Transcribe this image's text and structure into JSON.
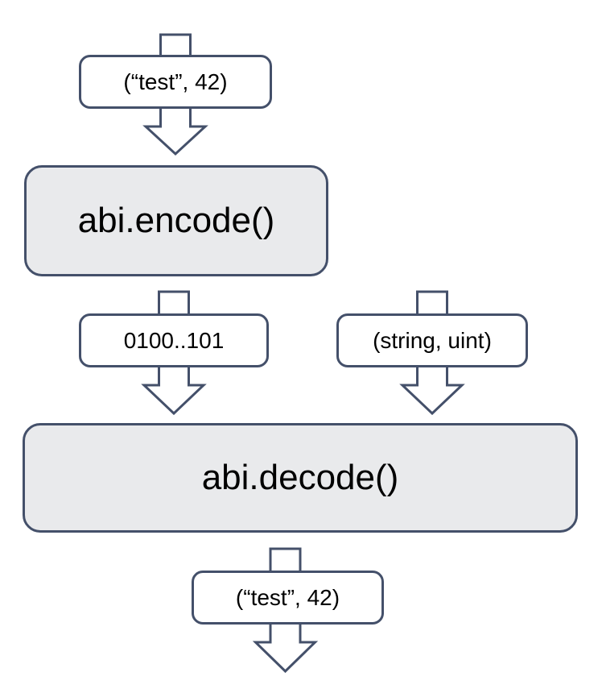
{
  "diagram": {
    "nodes": {
      "input_value": {
        "label": "(“test”, 42)",
        "kind": "data-label"
      },
      "encode_fn": {
        "label": "abi.encode()",
        "kind": "process"
      },
      "encoded_data": {
        "label": "0100..101",
        "kind": "data-label"
      },
      "type_signature": {
        "label": "(string, uint)",
        "kind": "data-label"
      },
      "decode_fn": {
        "label": "abi.decode()",
        "kind": "process"
      },
      "decoded_value": {
        "label": "(“test”, 42)",
        "kind": "data-label"
      }
    },
    "edges": [
      {
        "from": "input_value",
        "to": "encode_fn",
        "direction": "down"
      },
      {
        "from": "encode_fn",
        "to": "encoded_data",
        "direction": "down"
      },
      {
        "from": "encoded_data",
        "to": "decode_fn",
        "direction": "down"
      },
      {
        "from": "type_signature",
        "to": "decode_fn",
        "direction": "down"
      },
      {
        "from": "decode_fn",
        "to": "decoded_value",
        "direction": "down"
      },
      {
        "from": "decoded_value",
        "to": "out",
        "direction": "down"
      }
    ],
    "colors": {
      "stroke": "#44506a",
      "process_fill": "#e9eaec",
      "label_fill": "#ffffff",
      "text": "#000000",
      "background": "#ffffff"
    }
  }
}
